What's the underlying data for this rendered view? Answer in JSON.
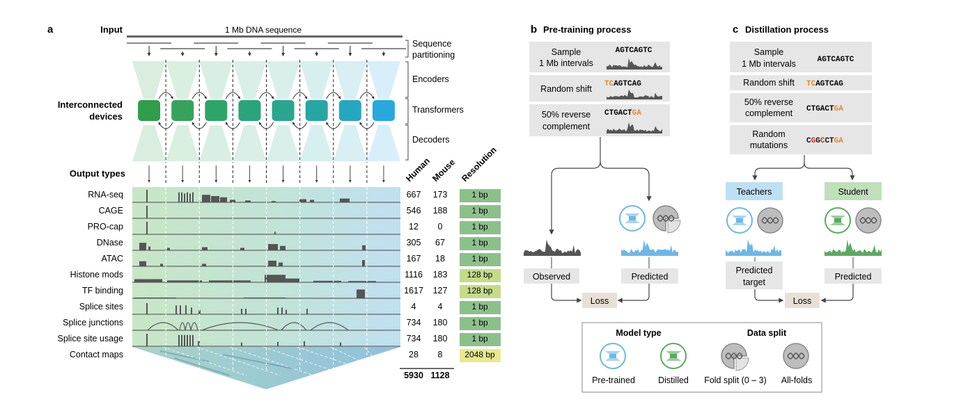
{
  "panel_a": {
    "letter": "a",
    "input_label": "Input",
    "sequence_label": "1 Mb DNA sequence",
    "partition_label_1": "Sequence",
    "partition_label_2": "partitioning",
    "encoders_label": "Encoders",
    "transformers_label": "Transformers",
    "decoders_label": "Decoders",
    "devices_label_1": "Interconnected",
    "devices_label_2": "devices",
    "output_types_label": "Output types",
    "col_human": "Human",
    "col_mouse": "Mouse",
    "col_resolution": "Resolution",
    "device_colors": [
      "#2e9e4a",
      "#35a45a",
      "#2ea568",
      "#2aa47a",
      "#2aa58e",
      "#27a6a4",
      "#25a8bf",
      "#27a9e0"
    ],
    "outputs": [
      {
        "name": "RNA-seq",
        "human": "667",
        "mouse": "173",
        "res": "1 bp",
        "res_color": "#8cc08a"
      },
      {
        "name": "CAGE",
        "human": "546",
        "mouse": "188",
        "res": "1 bp",
        "res_color": "#8cc08a"
      },
      {
        "name": "PRO-cap",
        "human": "12",
        "mouse": "0",
        "res": "1 bp",
        "res_color": "#8cc08a"
      },
      {
        "name": "DNase",
        "human": "305",
        "mouse": "67",
        "res": "1 bp",
        "res_color": "#8cc08a"
      },
      {
        "name": "ATAC",
        "human": "167",
        "mouse": "18",
        "res": "1 bp",
        "res_color": "#8cc08a"
      },
      {
        "name": "Histone mods",
        "human": "1116",
        "mouse": "183",
        "res": "128 bp",
        "res_color": "#c3dc8a"
      },
      {
        "name": "TF binding",
        "human": "1617",
        "mouse": "127",
        "res": "128 bp",
        "res_color": "#c3dc8a"
      },
      {
        "name": "Splice sites",
        "human": "4",
        "mouse": "4",
        "res": "1 bp",
        "res_color": "#8cc08a"
      },
      {
        "name": "Splice junctions",
        "human": "734",
        "mouse": "180",
        "res": "1 bp",
        "res_color": "#8cc08a"
      },
      {
        "name": "Splice site usage",
        "human": "734",
        "mouse": "180",
        "res": "1 bp",
        "res_color": "#8cc08a"
      },
      {
        "name": "Contact maps",
        "human": "28",
        "mouse": "8",
        "res": "2048 bp",
        "res_color": "#e7e98f"
      }
    ],
    "total_human": "5930",
    "total_mouse": "1128"
  },
  "panel_b": {
    "letter": "b",
    "title": "Pre-training process",
    "step1_label_1": "Sample",
    "step1_label_2": "1 Mb intervals",
    "step1_seq": "AGTCAGTC",
    "step2_label": "Random shift",
    "step2_seq_orange": "TC",
    "step2_seq_black": "AGTCAG",
    "step3_label_1": "50% reverse",
    "step3_label_2": "complement",
    "step3_seq_black": "CTGACT",
    "step3_seq_orange": "GA",
    "observed": "Observed",
    "predicted": "Predicted",
    "loss": "Loss"
  },
  "panel_c": {
    "letter": "c",
    "title": "Distillation process",
    "step1_label_1": "Sample",
    "step1_label_2": "1 Mb intervals",
    "step1_seq": "AGTCAGTC",
    "step2_label": "Random shift",
    "step2_seq_orange": "TC",
    "step2_seq_black": "AGTCAG",
    "step3_label_1": "50% reverse",
    "step3_label_2": "complement",
    "step3_seq_black": "CTGACT",
    "step3_seq_orange": "GA",
    "step4_label_1": "Random",
    "step4_label_2": "mutations",
    "step4_seq": [
      {
        "t": "C",
        "c": "#111111"
      },
      {
        "t": "G",
        "c": "#d62728"
      },
      {
        "t": "G",
        "c": "#111111"
      },
      {
        "t": "C",
        "c": "#d62728"
      },
      {
        "t": "C",
        "c": "#111111"
      },
      {
        "t": "T",
        "c": "#111111"
      },
      {
        "t": "G",
        "c": "#e8862a"
      },
      {
        "t": "A",
        "c": "#e8862a"
      }
    ],
    "teachers": "Teachers",
    "student": "Student",
    "predicted_target_1": "Predicted",
    "predicted_target_2": "target",
    "predicted": "Predicted",
    "loss": "Loss"
  },
  "legend": {
    "model_type": "Model type",
    "data_split": "Data split",
    "pretrained": "Pre-trained",
    "distilled": "Distilled",
    "fold_split": "Fold split (0 – 3)",
    "all_folds": "All-folds"
  },
  "colors": {
    "blue_model": "#6cb8e6",
    "green_model": "#5aaa5e",
    "orange_base": "#e8862a",
    "gray_box": "#e6e6e6",
    "loss_box": "#e8e0d4",
    "teachers_box": "#bde0f5",
    "student_box": "#bfe0bb"
  }
}
